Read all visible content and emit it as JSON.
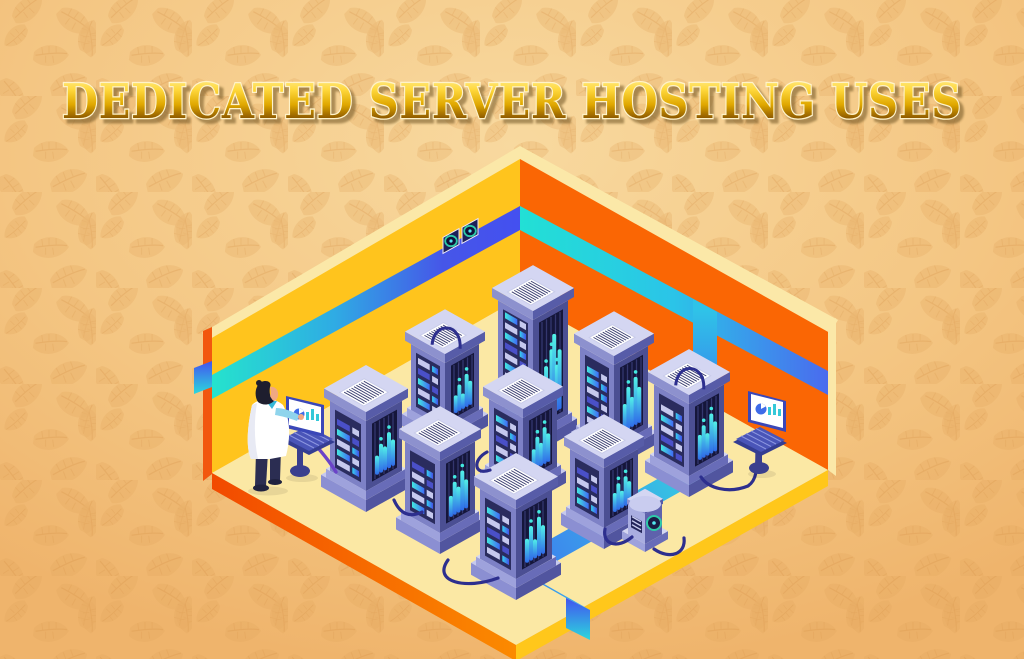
{
  "title": "DEDICATED SERVER HOSTING USES",
  "scene": {
    "label": "Isometric data center room illustration",
    "server_tower_count": 9,
    "mini_server_count": 1,
    "technician_count": 1,
    "laptop_workstation_count": 2,
    "wall_speaker_count": 2
  },
  "colors": {
    "background_base": "#F1BA72",
    "background_light": "#F8D99F",
    "leaf": "#E2A55C",
    "leaf_vein": "#D7954A",
    "title_outline": "#FFF3C9",
    "title_shadow": "#6E5220",
    "left_wall": "#FFC41D",
    "right_wall": "#FA6604",
    "roof_trim": "#FBE8A8",
    "wall_edge_orange": "#F2570E",
    "floor": "#FBE8A4",
    "floor_edge_gold": "#FFC71B",
    "stripe_cyan": "#25E3CD",
    "stripe_indigo": "#4450F0",
    "stripe_blue": "#3E7BF0",
    "server_face_light": "#7D81C6",
    "server_face_dark": "#4B4F93",
    "server_panel": "#2A2C5E",
    "server_panel_dark": "#15163A",
    "server_slat_light": "#C6C9EE",
    "server_slat_indigo": "#4A50C8",
    "server_cap": "#D4D6F2",
    "server_cap_front": "#8D91CE",
    "server_cap_side": "#575CA8",
    "plinth_front": "#9EA2DC",
    "plinth_side": "#686CB8",
    "plinth_front2": "#8B8FD2",
    "plinth_side2": "#51559F",
    "glow_cyan": "#43E8E0",
    "glow_blue": "#3F6BF5",
    "grille": "#34376E",
    "doc_line": "#3A3D70",
    "cable": "#2D2F8E",
    "cable_purple": "#6B43C8",
    "laptop_body": "#4A55B8",
    "laptop_frame": "#3A47B8",
    "stand": "#3A3F8E",
    "chart_blue": "#3E6BE8",
    "chart_teal": "#35C8D8",
    "skin": "#F0A883",
    "hair": "#1E1E2E",
    "coat": "#FFFFFF",
    "coat_shade": "#E8EAF4",
    "sleeve": "#8FD4EC",
    "pants": "#2B2D52",
    "speaker_body": "#1E2058",
    "speaker_ring": "#2EC9A8",
    "speaker_dot": "#53E8F0",
    "device_body": "#A9ADE0",
    "device_side": "#5E62AC",
    "device_panel": "#23255A"
  }
}
